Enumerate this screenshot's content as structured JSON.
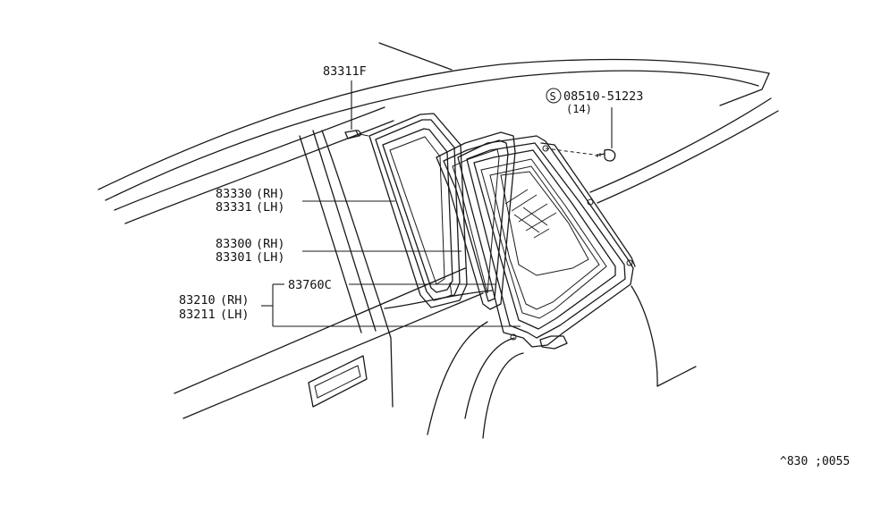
{
  "diagram": {
    "parts": [
      {
        "id": "p83311F",
        "number": "83311F",
        "side": ""
      },
      {
        "id": "p08510",
        "symbol": "S",
        "number": "08510-51223",
        "qty": "(14)"
      },
      {
        "id": "p83330",
        "number": "83330",
        "side": "(RH)"
      },
      {
        "id": "p83331",
        "number": "83331",
        "side": "(LH)"
      },
      {
        "id": "p83300",
        "number": "83300",
        "side": "(RH)"
      },
      {
        "id": "p83301",
        "number": "83301",
        "side": "(LH)"
      },
      {
        "id": "p83760C",
        "number": "83760C",
        "side": ""
      },
      {
        "id": "p83210",
        "number": "83210",
        "side": "(RH)"
      },
      {
        "id": "p83211",
        "number": "83211",
        "side": "(LH)"
      }
    ],
    "code": "^830 ;0055"
  }
}
